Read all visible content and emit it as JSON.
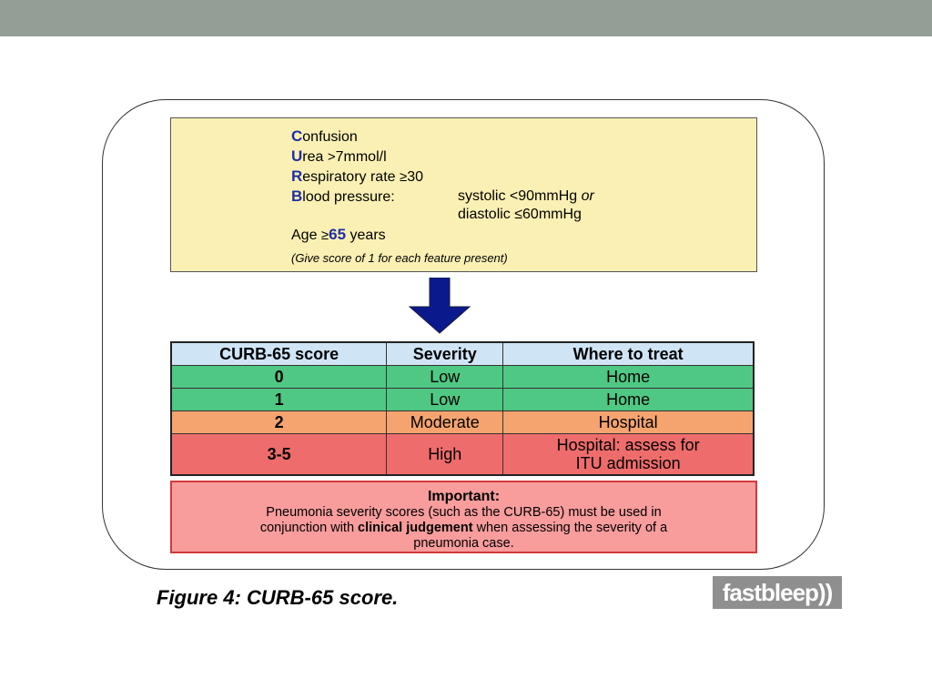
{
  "criteria": {
    "confusion": {
      "letter": "C",
      "rest": "onfusion"
    },
    "urea": {
      "letter": "U",
      "rest": "rea ",
      "sym": ">",
      "tail": "7mmol/l"
    },
    "resp": {
      "letter": "R",
      "rest": "espiratory rate ",
      "sym": "≥",
      "tail": "30"
    },
    "bp": {
      "letter": "B",
      "rest": "lood pressure:"
    },
    "bp_systolic": {
      "text": "systolic ",
      "sym": "<",
      "tail": "90mmHg ",
      "or": "or"
    },
    "bp_diastolic": {
      "text": "diastolic ",
      "sym": "≤",
      "tail": "60mmHg"
    },
    "age": {
      "text": "Age ",
      "sym": "≥",
      "num": "65",
      "tail": " years"
    },
    "note": "(Give score of 1 for each feature present)"
  },
  "table": {
    "headers": [
      "CURB-65 score",
      "Severity",
      "Where to treat"
    ],
    "rows": [
      {
        "score": "0",
        "severity": "Low",
        "where": "Home"
      },
      {
        "score": "1",
        "severity": "Low",
        "where": "Home"
      },
      {
        "score": "2",
        "severity": "Moderate",
        "where": "Hospital"
      },
      {
        "score": "3-5",
        "severity": "High",
        "where_line1": "Hospital: assess for",
        "where_line2": "ITU admission"
      }
    ]
  },
  "important": {
    "title": "Important:",
    "line1": "Pneumonia severity scores (such as the CURB-65) must be used in",
    "line2_pre": "conjunction with ",
    "line2_bold": "clinical judgement",
    "line2_post": " when assessing the severity of a",
    "line3": "pneumonia case."
  },
  "caption": "Figure 4: CURB-65 score.",
  "logo": "fastbleep))",
  "colors": {
    "topbar": "#929e96",
    "criteria_bg": "#fbf0b4",
    "letter_blue": "#1f2fa8",
    "green": "#4fc883",
    "orange": "#f6a46f",
    "red": "#ef6c6c",
    "header_blue": "#cfe5f6",
    "important_bg": "#f89c9c",
    "arrow": "#0a1a8c"
  }
}
